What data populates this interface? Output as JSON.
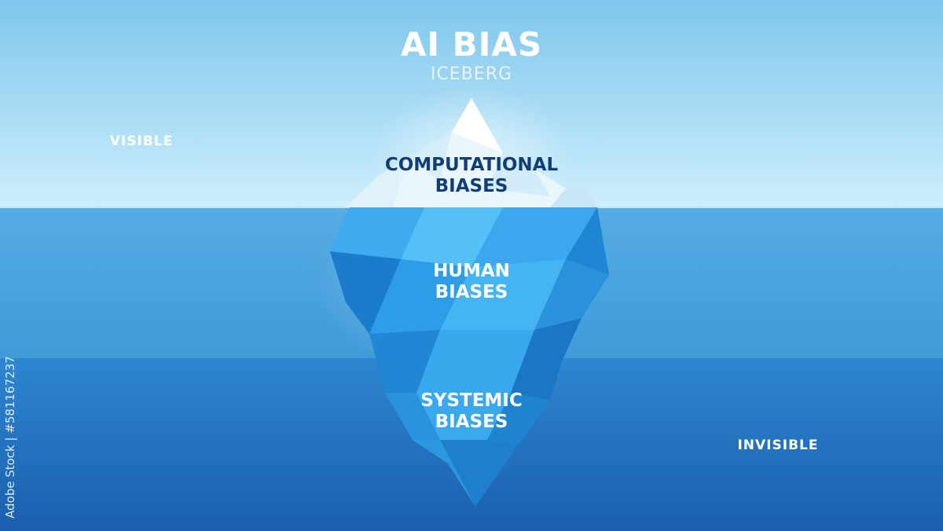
{
  "title": "AI BIAS",
  "subtitle": "ICEBERG",
  "zones": {
    "visible": "VISIBLE",
    "invisible": "INVISIBLE"
  },
  "layers": [
    {
      "line1": "COMPUTATIONAL",
      "line2": "BIASES"
    },
    {
      "line1": "HUMAN",
      "line2": "BIASES"
    },
    {
      "line1": "SYSTEMIC",
      "line2": "BIASES"
    }
  ],
  "credit": "Adobe Stock | #581167237",
  "colors": {
    "sky_top": "#8fd0f0",
    "sky_bottom": "#c9ecfb",
    "water_upper": "#5fb3e6",
    "water_lower": "#1f6fc0",
    "ice_tip": "#eaf7fd",
    "ice_body": "#2c9ae3",
    "text_dark": "#123e78"
  }
}
